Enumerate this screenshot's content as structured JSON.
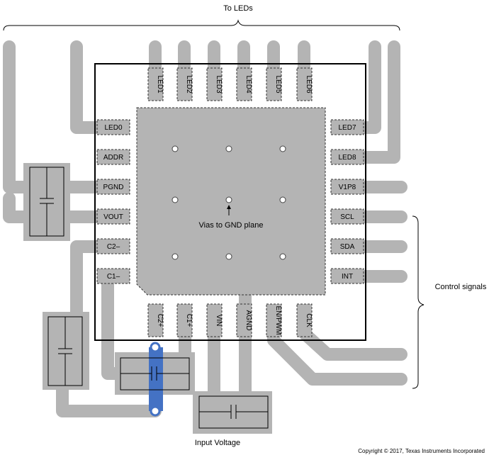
{
  "annotations": {
    "top_label": "To LEDs",
    "vias_label": "Vias to GND plane",
    "control_label": "Control signals",
    "input_label": "Input Voltage",
    "copyright": "Copyright © 2017, Texas Instruments Incorporated"
  },
  "pins": {
    "led1": "LED1",
    "led2": "LED2",
    "led3": "LED3",
    "led4": "LED4",
    "led5": "LED5",
    "led6": "LED6",
    "led0": "LED0",
    "addr": "ADDR",
    "pgnd": "PGND",
    "vout": "VOUT",
    "c2minus": "C2–",
    "c1minus": "C1–",
    "led7": "LED7",
    "led8": "LED8",
    "v1p8": "V1P8",
    "scl": "SCL",
    "sda": "SDA",
    "int": "INT",
    "c2plus": "C2+",
    "c1plus": "C1+",
    "vin": "VIN",
    "agnd": "AGND",
    "enpwm": "EN/PWM",
    "clk": "CLK"
  },
  "colors": {
    "trace": "#b4b4b4",
    "pad": "#b4b4b4",
    "ground_plane": "#b4b4b4",
    "highlight_trace": "#4472c4",
    "outline": "#000000",
    "via": "#ffffff"
  }
}
